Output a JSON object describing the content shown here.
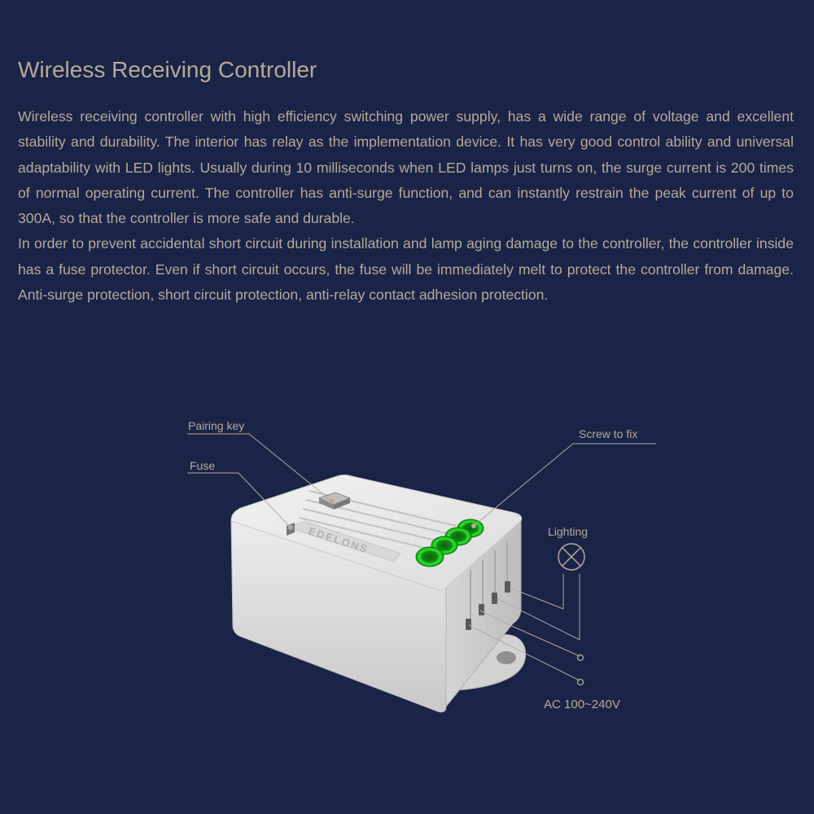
{
  "document": {
    "title": "Wireless Receiving Controller",
    "paragraphs": [
      "Wireless receiving controller with high efficiency switching power supply, has a wide range of voltage and excellent stability and durability. The interior has relay as the implementation device. It has very good control ability and universal adaptability with LED lights. Usually during 10 milliseconds when LED lamps just turns on, the surge current is 200 times of normal operating current. The controller has anti-surge function, and can instantly restrain the peak current of  up to 300A, so that the controller is more safe and durable.",
      "In order to prevent accidental short circuit during installation and lamp aging damage to the controller, the controller inside has a fuse protector. Even if  short circuit occurs, the fuse will be immediately melt to protect the controller from damage. Anti-surge protection, short circuit protection, anti-relay contact adhesion protection."
    ]
  },
  "diagram": {
    "device_brand": "EDELONS",
    "labels": {
      "pairing_key": "Pairing key",
      "fuse": "Fuse",
      "screw_to_fix": "Screw to fix",
      "lighting": "Lighting",
      "ac_input": "AC 100~240V"
    }
  },
  "colors": {
    "background": "#1a2447",
    "text": "#b8a99b",
    "device_body": "#e4e4e4",
    "terminal_green": "#2ee62e"
  }
}
